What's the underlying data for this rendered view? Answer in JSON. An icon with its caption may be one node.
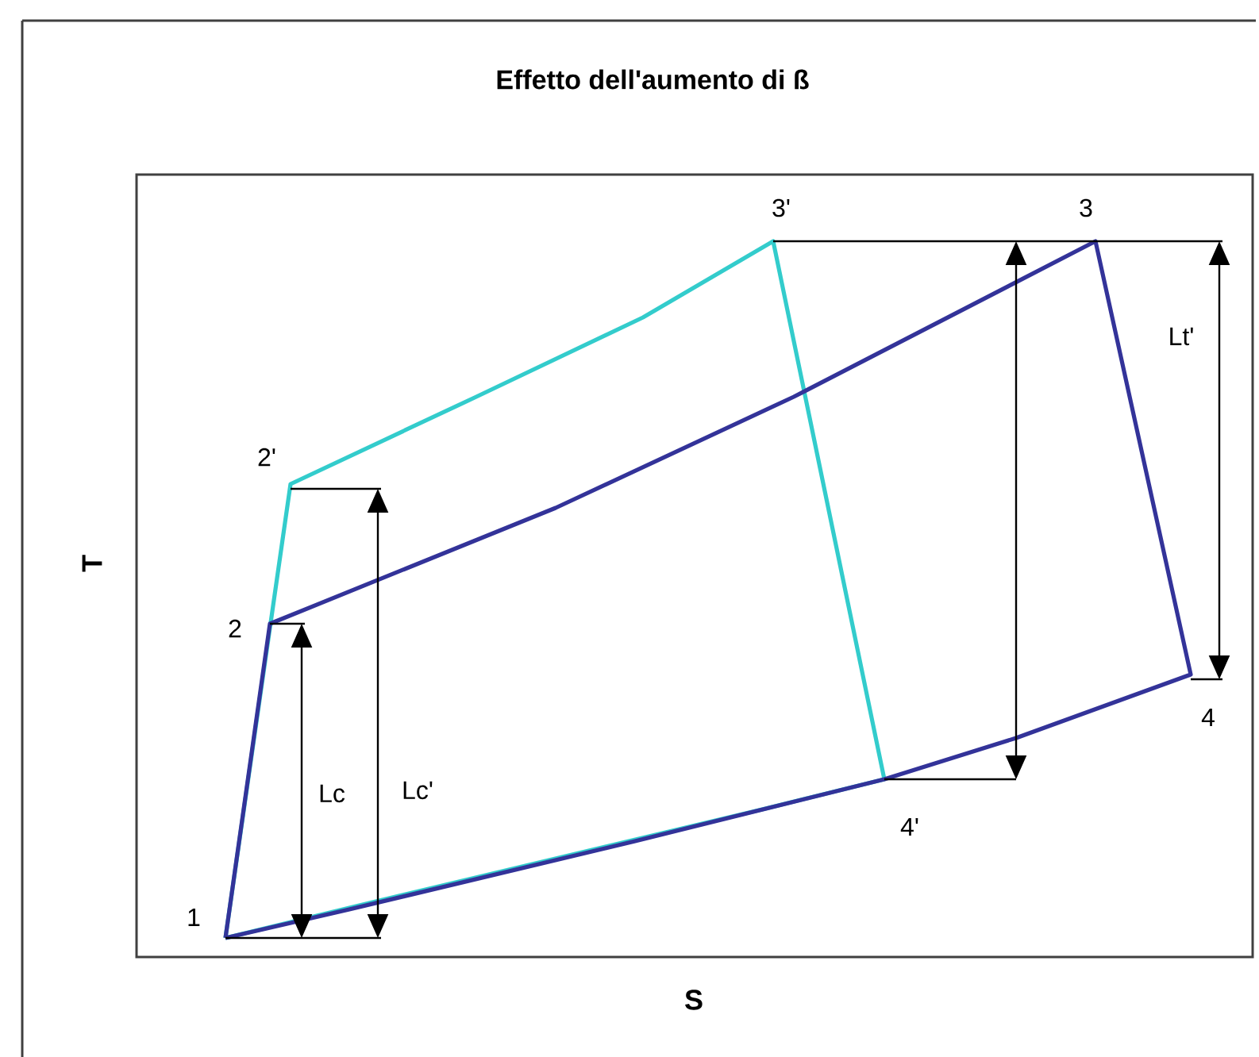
{
  "diagram": {
    "title": "Effetto dell'aumento di ß",
    "labels": [
      "3'",
      "3",
      "Lt'",
      "2'",
      "T",
      "2",
      "4",
      "Lc",
      "Lc'",
      "4'",
      "1",
      "S"
    ]
  }
}
